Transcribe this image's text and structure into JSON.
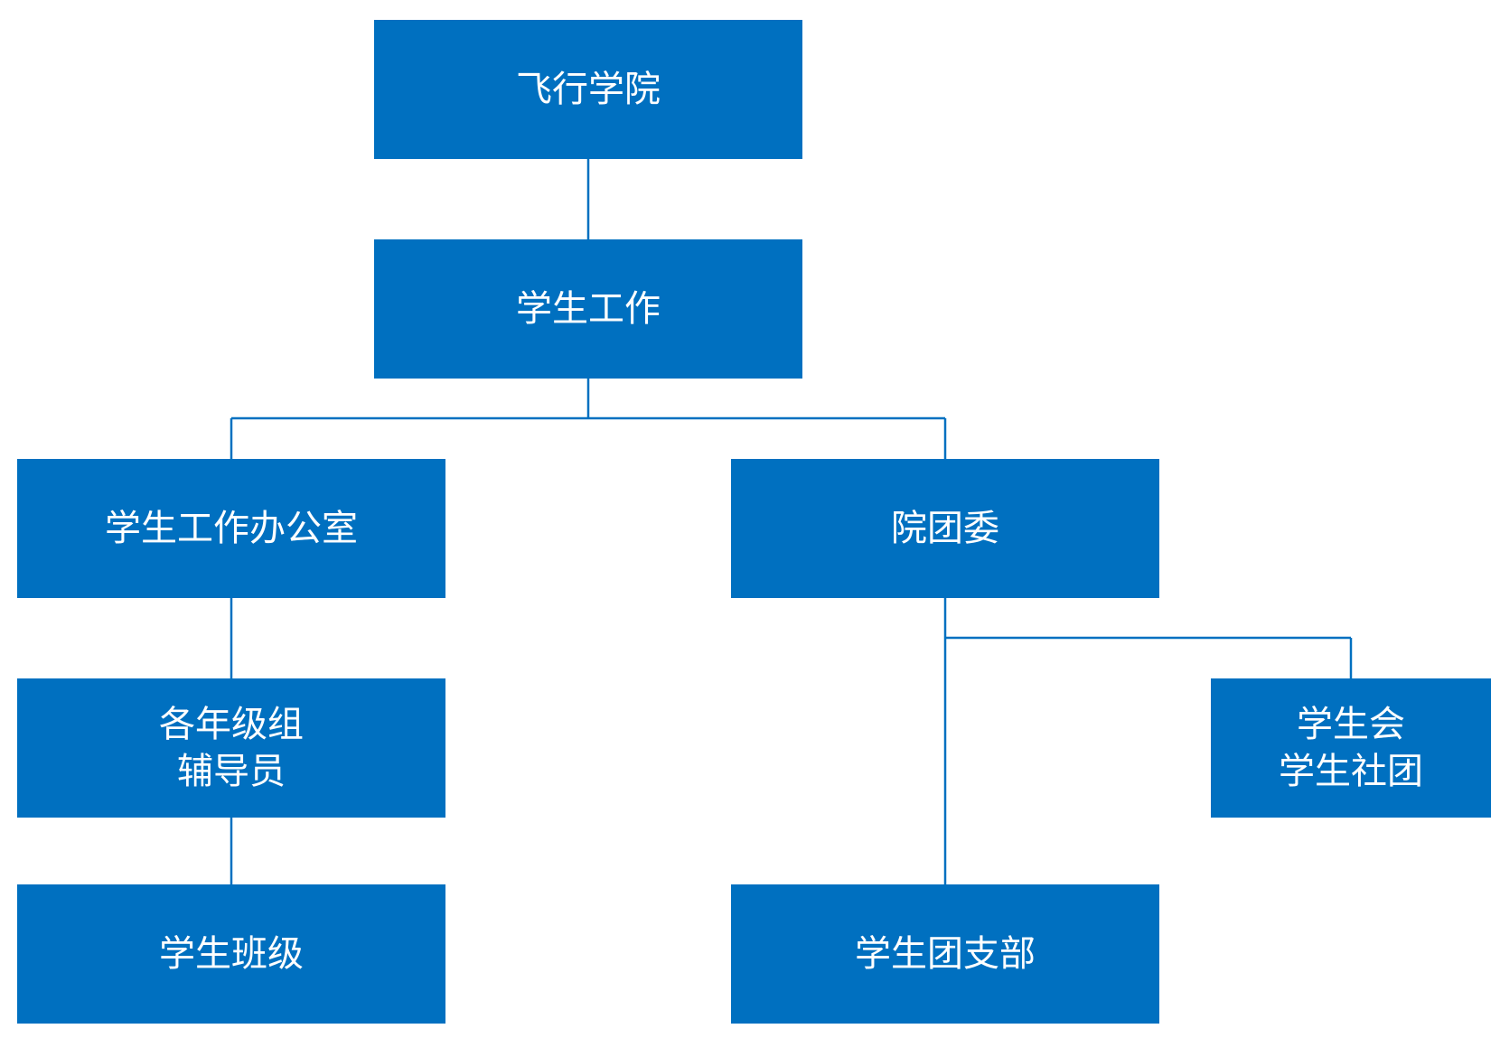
{
  "colors": {
    "box_fill": "#0070C0",
    "box_text": "#FFFFFF",
    "connector": "#0070C0"
  },
  "nodes": {
    "college": {
      "lines": [
        "飞行学院"
      ]
    },
    "student_work": {
      "lines": [
        "学生工作"
      ]
    },
    "work_office": {
      "lines": [
        "学生工作办公室"
      ]
    },
    "youth_league": {
      "lines": [
        "院团委"
      ]
    },
    "grade_advisors": {
      "lines": [
        "各年级组",
        "辅导员"
      ]
    },
    "union_clubs": {
      "lines": [
        "学生会",
        "学生社团"
      ]
    },
    "student_classes": {
      "lines": [
        "学生班级"
      ]
    },
    "league_branch": {
      "lines": [
        "学生团支部"
      ]
    }
  }
}
